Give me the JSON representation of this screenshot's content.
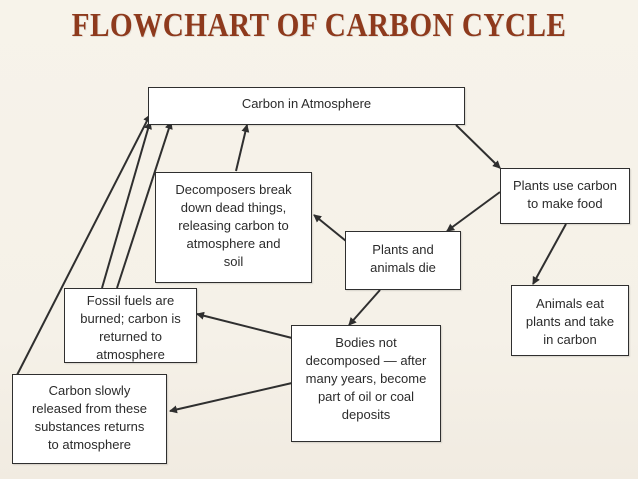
{
  "page": {
    "title": "FLOWCHART OF CARBON CYCLE",
    "title_color": "#8e3a1d",
    "line_color": "#2f2f2f"
  },
  "nodes": {
    "carbon_in_atmosphere": "Carbon in Atmosphere",
    "decomposers": [
      "Decomposers break",
      "down dead things,",
      "releasing carbon to",
      "atmosphere and",
      "soil"
    ],
    "plants_use_carbon": [
      "Plants use carbon",
      "to make food"
    ],
    "plants_animals_die": [
      "Plants and",
      "animals die"
    ],
    "animals_eat": [
      "Animals eat",
      "plants and take",
      "in carbon"
    ],
    "fossil_fuels_burned": [
      "Fossil fuels are",
      "burned;  carbon is",
      "returned to",
      "atmosphere"
    ],
    "bodies_not_decomposed": [
      "Bodies not",
      "decomposed — after",
      "many years, become",
      "part of oil or coal",
      "deposits"
    ],
    "carbon_slowly_released": [
      "Carbon slowly",
      "released from these",
      "substances returns",
      "to atmosphere"
    ]
  }
}
